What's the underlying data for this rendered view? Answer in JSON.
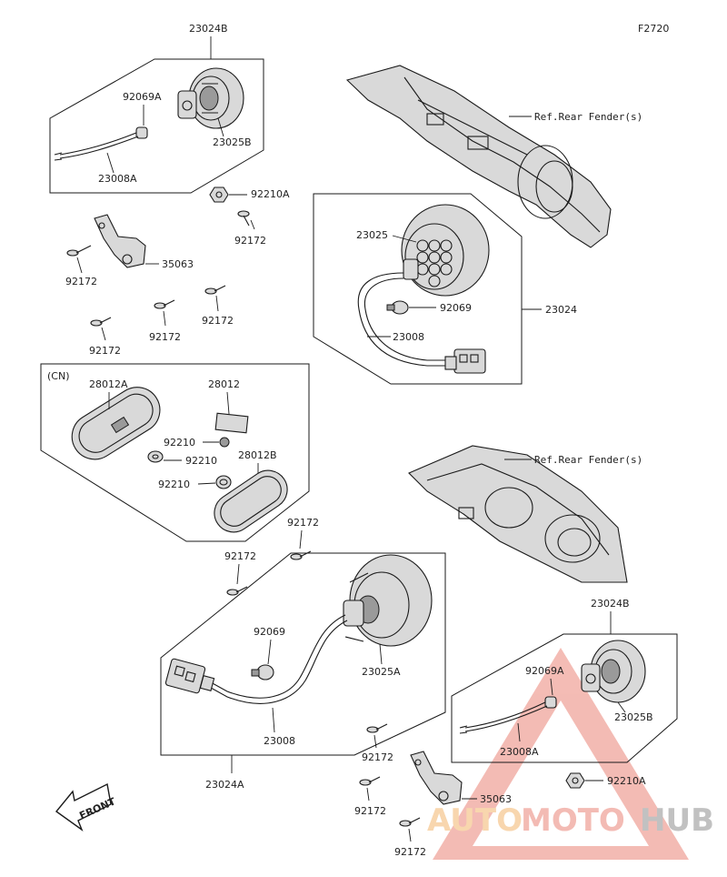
{
  "figure_code": "F2720",
  "diagram_lines": {
    "d_top": "23024B",
    "d_top_92069a": "92069A",
    "d_top_23008a": "23008A",
    "d_top_23025b": "23025B",
    "d_92210a_a": "92210A",
    "d_92172_a": "92172",
    "d_35063_a": "35063",
    "d_92172_b": "92172",
    "d_92172_c": "92172",
    "d_92172_d": "92172",
    "d_92172_e": "92172",
    "d_ref_fender_1": "Ref.Rear Fender(s)",
    "d_23025": "23025",
    "d_92069": "92069",
    "d_23008": "23008",
    "d_23024": "23024",
    "d_cn": "(CN)",
    "d_28012a": "28012A",
    "d_28012": "28012",
    "d_92210_a": "92210",
    "d_92210_b": "92210",
    "d_92210_c": "92210",
    "d_28012b": "28012B",
    "d_ref_fender_2": "Ref.Rear Fender(s)",
    "d_92172_f": "92172",
    "d_92172_g": "92172",
    "d_92069_b": "92069",
    "d_23025a": "23025A",
    "d_23008_b": "23008",
    "d_23024a": "23024A",
    "d_bot": "23024B",
    "d_bot_92069a": "92069A",
    "d_bot_23025b": "23025B",
    "d_bot_23008a": "23008A",
    "d_92172_h": "92172",
    "d_92210a_b": "92210A",
    "d_92172_i": "92172",
    "d_35063_b": "35063",
    "d_92172_j": "92172",
    "d_front": "FRONT"
  },
  "watermark": {
    "brand_part1": "AUTO",
    "brand_part2": "MOTO",
    "brand_part3": "HUB",
    "color_primary": "#f2b0a8",
    "color_accent": "#f7cfa0",
    "color_dark": "#b7b7b7"
  }
}
